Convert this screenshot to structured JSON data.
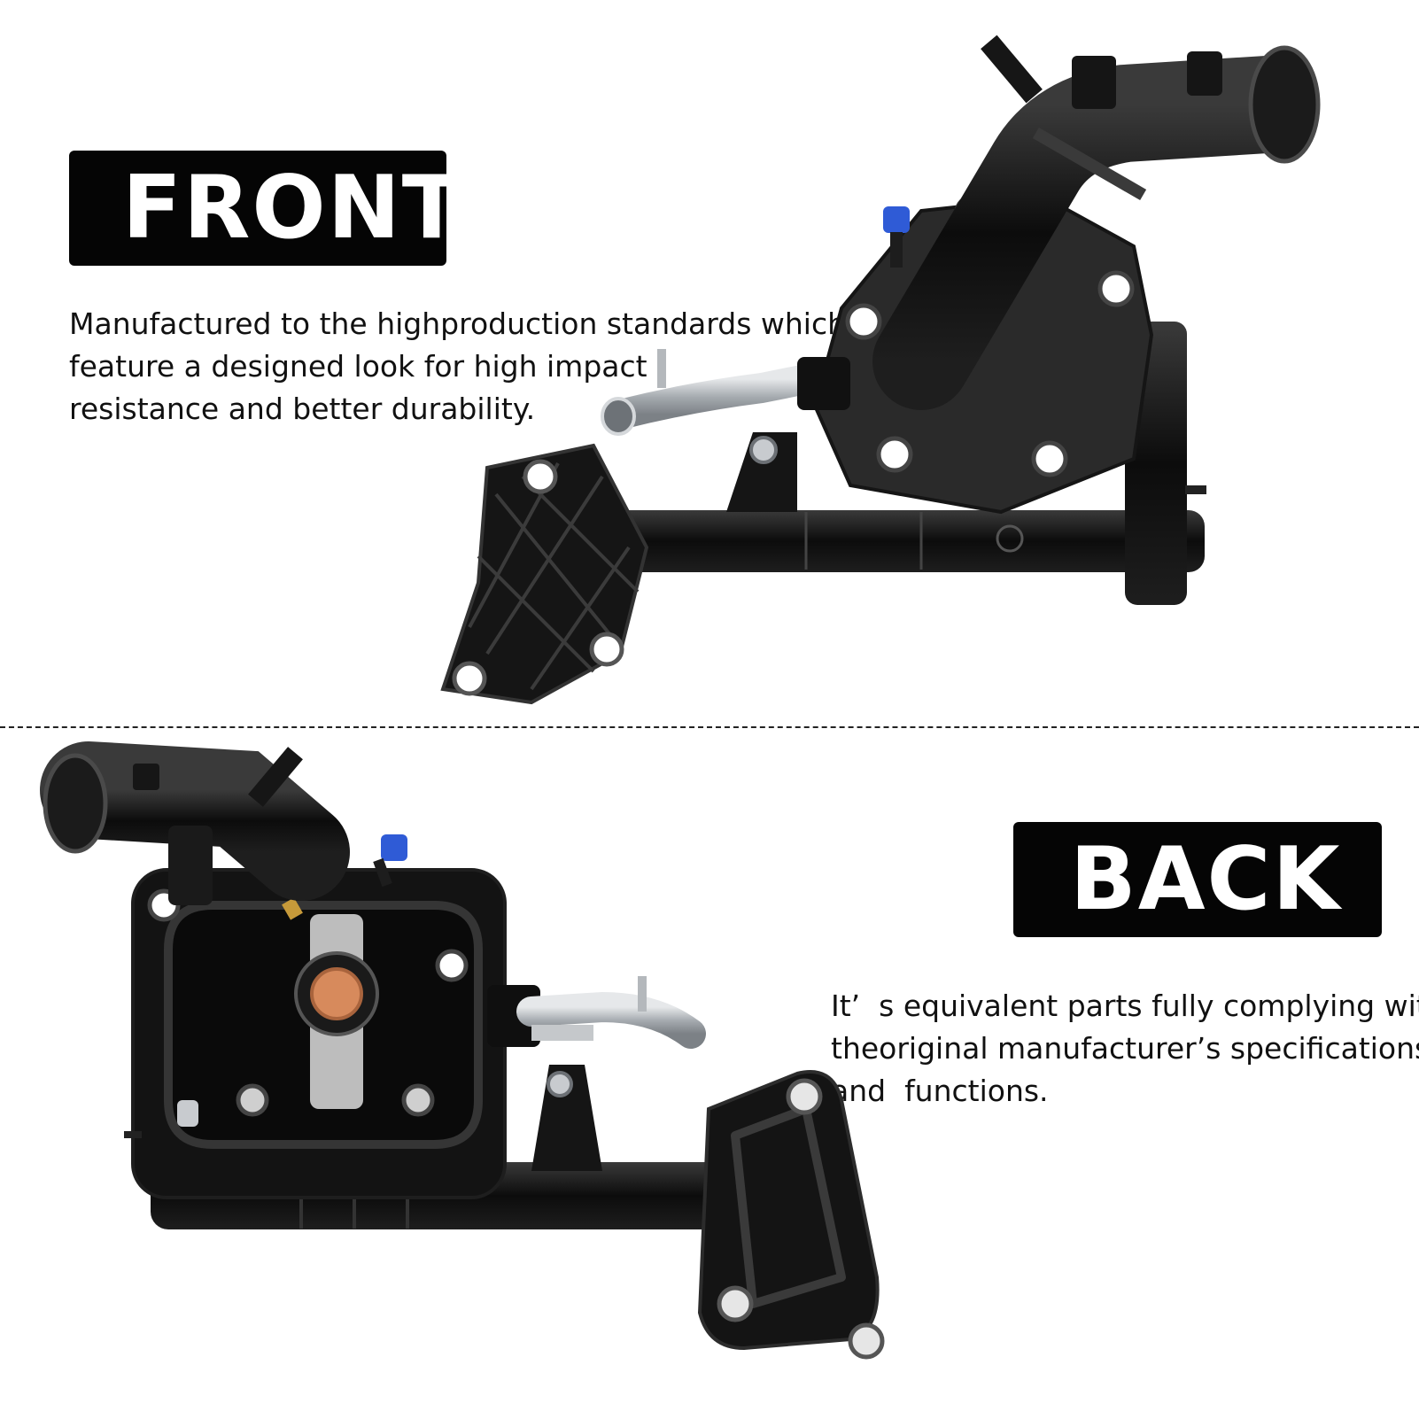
{
  "front": {
    "label": "FRONT",
    "description_lines": [
      "Manufactured to the highproduction standards which",
      "feature a designed look for high impact",
      "resistance and better durability."
    ]
  },
  "back": {
    "label": "BACK",
    "description_lines": [
      "It’  s equivalent parts fully complying with",
      "theoriginal manufacturer’s specifications",
      "and  functions."
    ]
  },
  "colors": {
    "label_background": "#050505",
    "label_text": "#ffffff",
    "body_text": "#111111",
    "part_black": "#0c0c0c",
    "part_highlight": "#3a3a3a",
    "metal_tube": "#b9bdc2",
    "bleeder_cap": "#2f5bd6",
    "copper_seal": "#d78a5c"
  }
}
